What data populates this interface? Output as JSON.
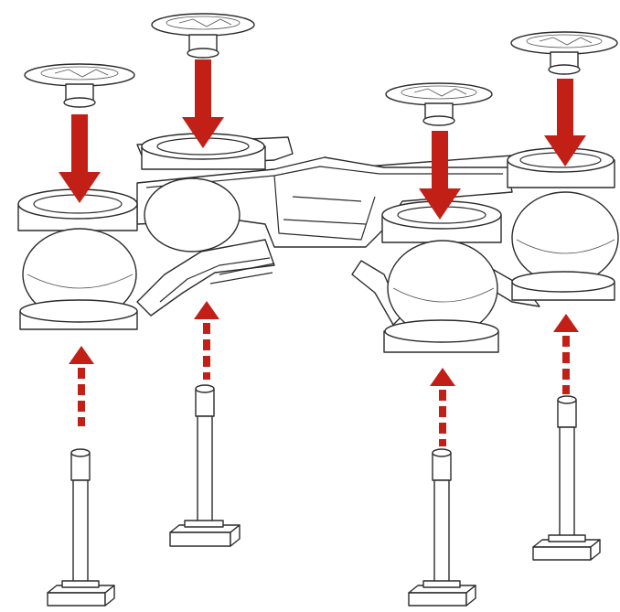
{
  "diagram": {
    "description_visible_text": "",
    "colors": {
      "line": "#2b2b2b",
      "arrow_solid": "#c21f17",
      "arrow_dashed": "#c21f17",
      "background": "#ffffff"
    },
    "parts": {
      "frame": "frame-icon",
      "damper_ball": "damper-ball-icon",
      "top_cap": "top-cap-icon",
      "bottom_pin": "damper-pin-icon"
    },
    "counts": {
      "top_caps": 4,
      "damper_balls": 4,
      "bottom_pins": 4
    }
  }
}
